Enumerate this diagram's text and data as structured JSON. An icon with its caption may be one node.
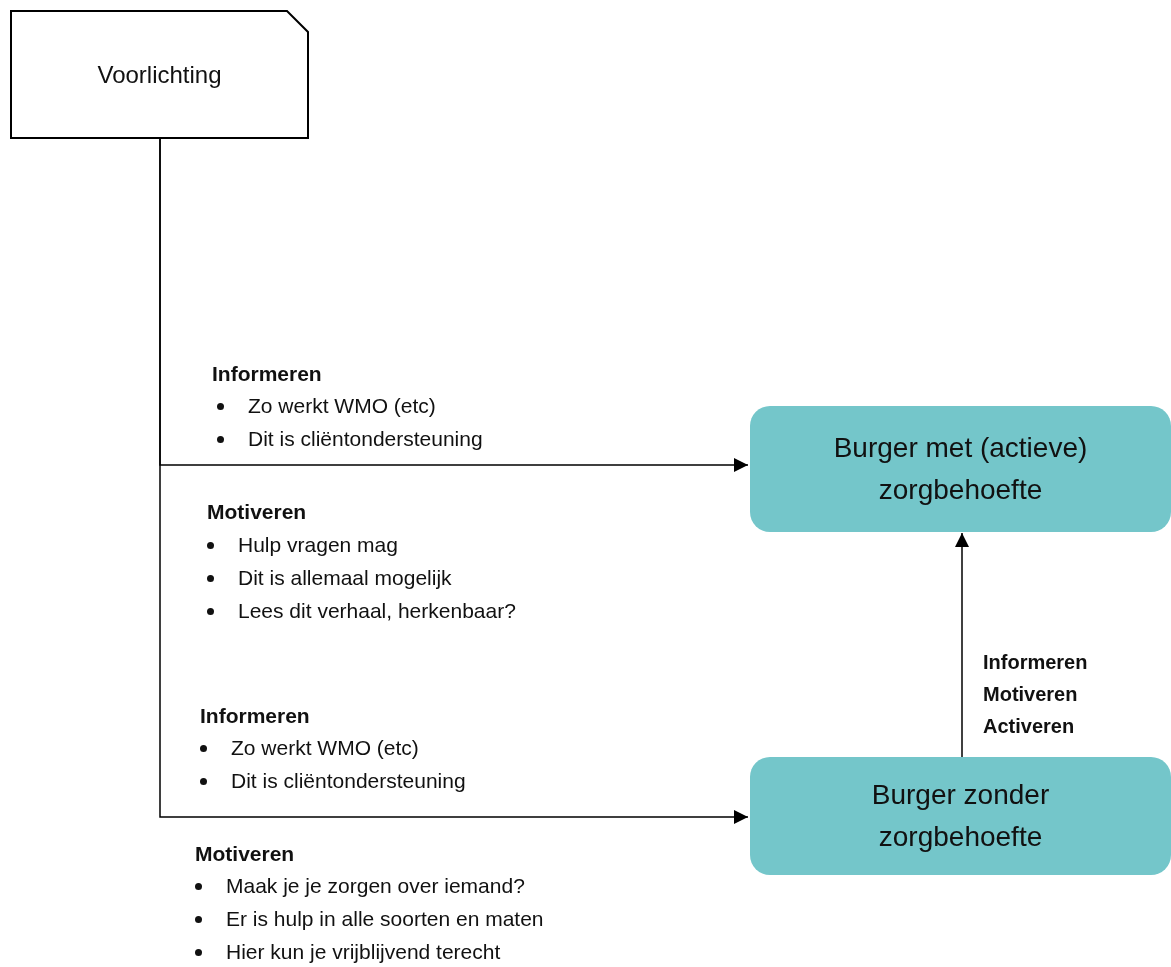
{
  "diagram": {
    "nodes": [
      {
        "text": [
          "Voorlichting"
        ]
      },
      {
        "text": [
          "Burger met (actieve) zorgbehoefte"
        ]
      },
      {
        "text": [
          "Burger zonder zorgbehoefte"
        ]
      }
    ],
    "edges": [
      {
        "from": 0,
        "to": 1,
        "arrow": "to"
      },
      {
        "from": 0,
        "to": 2,
        "arrow": "to"
      },
      {
        "from": 2,
        "to": 1,
        "arrow": "to",
        "label": "Informeren Motiveren Activeren"
      }
    ],
    "labels": [
      "Informeren",
      "Zo werkt WMO (etc)",
      "Dit is cliëntondersteuning",
      "Motiveren",
      "Hulp vragen mag",
      "Dit is allemaal mogelijk",
      "Lees dit verhaal, herkenbaar?",
      "Informeren",
      "Zo werkt WMO (etc)",
      "Dit is cliëntondersteuning",
      "Motiveren",
      "Maak je je zorgen over iemand?",
      "Er is hulp in alle soorten en maten",
      "Hier kun je vrijblijvend terecht"
    ]
  }
}
